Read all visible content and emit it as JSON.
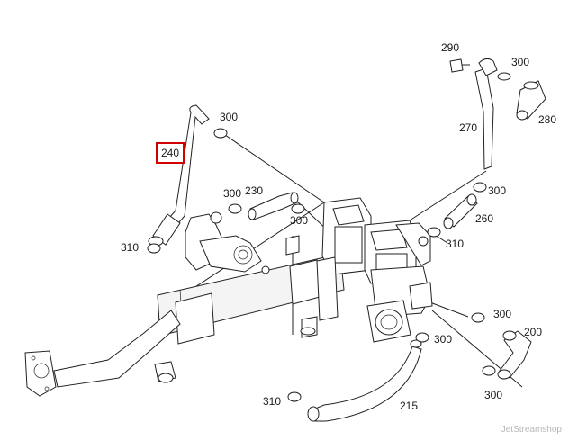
{
  "diagram": {
    "labels": {
      "p290": "290",
      "p300_a": "300",
      "p280": "280",
      "p270": "270",
      "p300_b": "300",
      "p300_c": "300",
      "p240": "240",
      "p300_d": "300",
      "p230": "230",
      "p300_e": "300",
      "p260": "260",
      "p310_a": "310",
      "p310_b": "310",
      "p300_f": "300",
      "p300_g": "300",
      "p200": "200",
      "p300_h": "300",
      "p310_c": "310",
      "p215": "215"
    },
    "highlighted_part": "240",
    "highlight_color": "#d00000"
  },
  "watermark": "JetStreamshop"
}
